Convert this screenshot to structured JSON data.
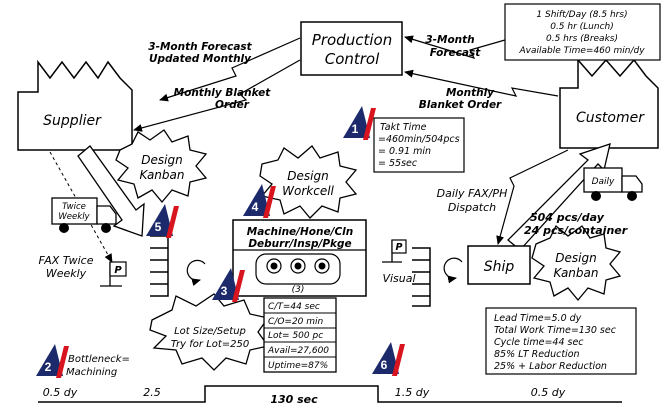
{
  "production_control": {
    "line1": "Production",
    "line2": "Control"
  },
  "supplier": {
    "label": "Supplier"
  },
  "customer": {
    "label": "Customer",
    "notes": [
      "1 Shift/Day (8.5 hrs)",
      "0.5 hr (Lunch)",
      "0.5 hrs (Breaks)",
      "Available Time=460 min/dy"
    ]
  },
  "flows": {
    "forecast_left": [
      "3-Month Forecast",
      "Updated Monthly"
    ],
    "blanket_left": [
      "Monthly Blanket",
      "Order"
    ],
    "forecast_right": [
      "3-Month",
      "Forecast"
    ],
    "blanket_right": [
      "Monthly",
      "Blanket Order"
    ],
    "daily_fax": [
      "Daily FAX/PH",
      "Dispatch"
    ],
    "fax_twice": [
      "FAX Twice",
      "Weekly"
    ],
    "visual": "Visual"
  },
  "takt": {
    "lines": [
      "Takt Time",
      "=460min/504pcs",
      "= 0.91 min",
      "= 55sec"
    ]
  },
  "kaizen": {
    "design_kanban_left": [
      "Design",
      "Kanban"
    ],
    "design_workcell": [
      "Design",
      "Workcell"
    ],
    "design_kanban_right": [
      "Design",
      "Kanban"
    ],
    "lot_size": [
      "Lot Size/Setup",
      "Try for Lot=250"
    ],
    "bottleneck": [
      "Bottleneck=",
      "Machining"
    ]
  },
  "trucks": {
    "left": [
      "Twice",
      "Weekly"
    ],
    "right": "Daily"
  },
  "process": {
    "name_lines": [
      "Machine/Hone/Cln",
      "Deburr/Insp/Pkge"
    ],
    "operators": "(3)",
    "data": [
      "C/T=44 sec",
      "C/O=20 min",
      "Lot= 500 pc",
      "Avail=27,600",
      "Uptime=87%"
    ]
  },
  "ship": {
    "label": "Ship"
  },
  "demand": {
    "lines": [
      "504 pcs/day",
      "24 pcs/container"
    ]
  },
  "summary": {
    "lines": [
      "Lead Time=5.0 dy",
      "Total Work Time=130 sec",
      "Cycle time=44 sec",
      "85% LT Reduction",
      "25% + Labor Reduction"
    ]
  },
  "kanban_post": "P",
  "timeline": {
    "t1": "0.5 dy",
    "t2": "2.5",
    "t3": "130 sec",
    "t4": "1.5 dy",
    "t5": "0.5 dy"
  },
  "markers": {
    "m1": "1",
    "m2": "2",
    "m3": "3",
    "m4": "4",
    "m5": "5",
    "m6": "6"
  },
  "colors": {
    "marker_navy": "#1c2a6b",
    "marker_red": "#d8141e",
    "ink": "#000000"
  }
}
